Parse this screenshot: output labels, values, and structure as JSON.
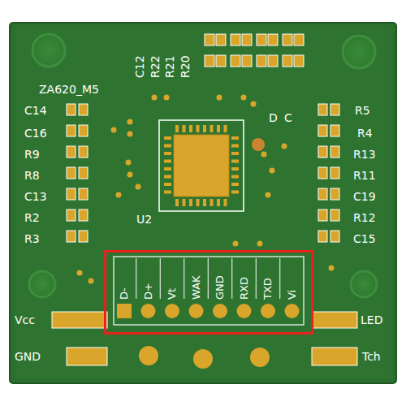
{
  "diagram": {
    "nodes": [
      {
        "text": [
          "D-",
          "D+",
          "Vt",
          "WAK",
          "GND",
          "RXD",
          "TXD",
          "Vi"
        ]
      }
    ],
    "labels": [
      "C12",
      "R22",
      "R21",
      "R20",
      "ZA620_M5",
      "C14",
      "D",
      "C",
      "R5",
      "C16",
      "R4",
      "R9",
      "R13",
      "R8",
      "R11",
      "C13",
      "C19",
      "R2",
      "R12",
      "R3",
      "U2",
      "C15",
      "Vcc",
      "LED",
      "GND",
      "Tch"
    ]
  }
}
